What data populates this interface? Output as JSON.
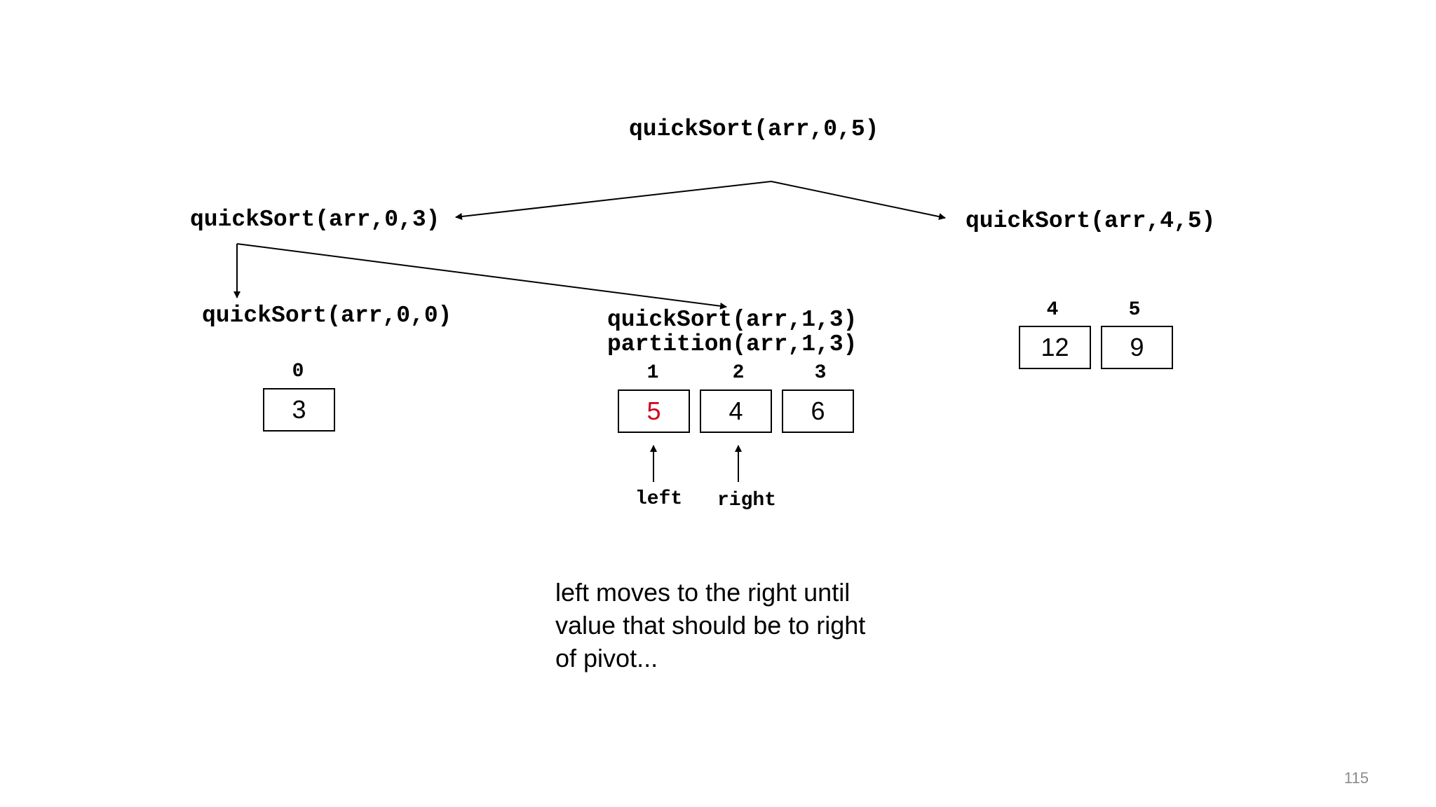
{
  "calls": {
    "root": "quickSort(arr,0,5)",
    "left": "quickSort(arr,0,3)",
    "right": "quickSort(arr,4,5)",
    "left_left": "quickSort(arr,0,0)",
    "left_right": "quickSort(arr,1,3)",
    "partition": "partition(arr,1,3)"
  },
  "arrays": {
    "single": {
      "indices": [
        "0"
      ],
      "values": [
        "3"
      ]
    },
    "partition": {
      "indices": [
        "1",
        "2",
        "3"
      ],
      "values": [
        "5",
        "4",
        "6"
      ],
      "highlight_index": 0,
      "highlight_color": "#d0021b"
    },
    "right": {
      "indices": [
        "4",
        "5"
      ],
      "values": [
        "12",
        "9"
      ]
    }
  },
  "pointers": {
    "left": "left",
    "right": "right"
  },
  "note": {
    "lines": [
      "left moves to the right until",
      "value that should be to right",
      "of pivot..."
    ]
  },
  "page_number": "115"
}
